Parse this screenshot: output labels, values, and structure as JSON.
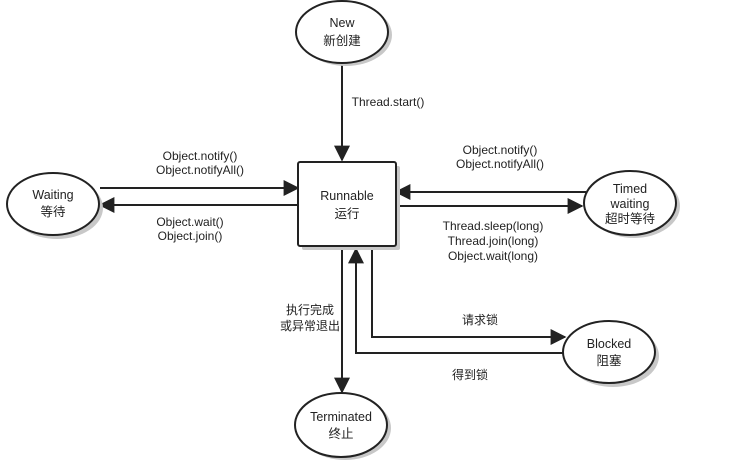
{
  "diagram": {
    "nodes": {
      "new": {
        "line1": "New",
        "line2": "新创建"
      },
      "runnable": {
        "line1": "Runnable",
        "line2": "运行"
      },
      "waiting": {
        "line1": "Waiting",
        "line2": "等待"
      },
      "timed_waiting": {
        "line1": "Timed",
        "line2": "waiting",
        "line3": "超时等待"
      },
      "blocked": {
        "line1": "Blocked",
        "line2": "阻塞"
      },
      "terminated": {
        "line1": "Terminated",
        "line2": "终止"
      }
    },
    "edges": {
      "new_to_runnable": {
        "line1": "Thread.start()"
      },
      "waiting_to_runnable": {
        "line1": "Object.notify()",
        "line2": "Object.notifyAll()"
      },
      "runnable_to_waiting": {
        "line1": "Object.wait()",
        "line2": "Object.join()"
      },
      "timed_to_runnable": {
        "line1": "Object.notify()",
        "line2": "Object.notifyAll()"
      },
      "runnable_to_timed": {
        "line1": "Thread.sleep(long)",
        "line2": "Thread.join(long)",
        "line3": "Object.wait(long)"
      },
      "runnable_to_terminated": {
        "line1": "执行完成",
        "line2": "或异常退出"
      },
      "runnable_to_blocked": {
        "line1": "请求锁"
      },
      "blocked_to_runnable": {
        "line1": "得到锁"
      }
    }
  }
}
